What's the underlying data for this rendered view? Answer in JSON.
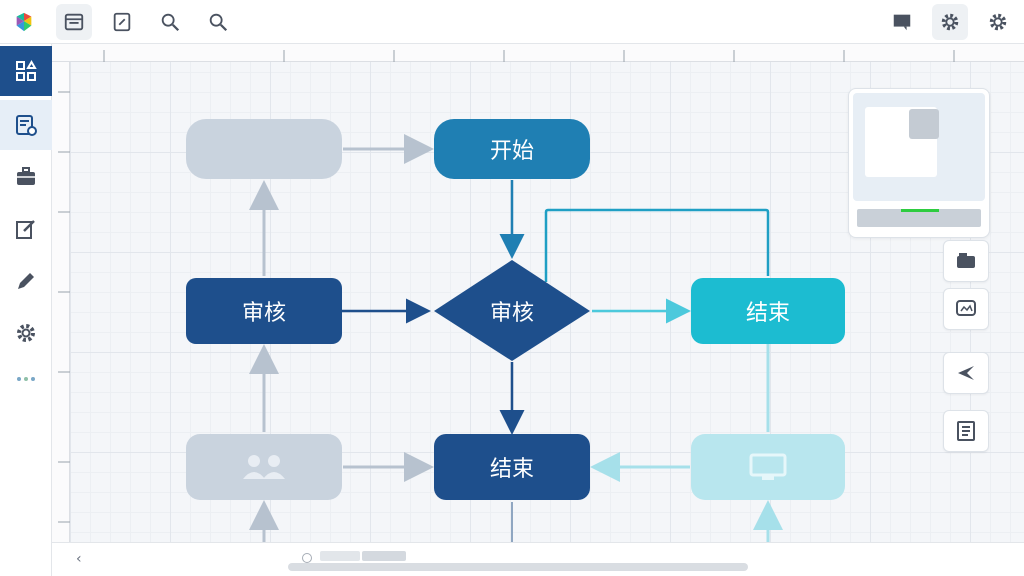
{
  "app": {
    "logo_colors": [
      "#e84c3d",
      "#f1c40f",
      "#2ecc71",
      "#3498db"
    ],
    "accent": "#1e4f8c"
  },
  "toolbar": {
    "left_icons": [
      "document-icon",
      "edit-icon",
      "search-icon",
      "search-icon"
    ],
    "right_icons": [
      "comment-icon",
      "settings-icon",
      "settings-icon"
    ]
  },
  "sidebar": {
    "items": [
      {
        "icon": "shapes-icon",
        "state": "active"
      },
      {
        "icon": "page-settings-icon",
        "state": "highlight"
      },
      {
        "icon": "briefcase-icon",
        "state": "normal"
      },
      {
        "icon": "edit-icon",
        "state": "normal"
      },
      {
        "icon": "pen-icon",
        "state": "normal"
      },
      {
        "icon": "settings-icon",
        "state": "normal"
      },
      {
        "icon": "more-icon",
        "state": "normal"
      }
    ]
  },
  "diagram": {
    "nodes": {
      "start": {
        "label": "开始",
        "color": "#1f7fb3"
      },
      "review_left": {
        "label": "审核",
        "color": "#1e4f8c"
      },
      "decision": {
        "label": "审核",
        "color": "#1e4f8c"
      },
      "end_right": {
        "label": "结束",
        "color": "#1cbcd1"
      },
      "end_bottom": {
        "label": "结束",
        "color": "#1e4f8c"
      },
      "faded_top_left": {
        "label": "",
        "color": "#c9d3de"
      },
      "faded_bottom_left": {
        "label": "",
        "icon": "users-icon",
        "color": "#c9d3de"
      },
      "faded_bottom_right": {
        "label": "",
        "icon": "monitor-icon",
        "color": "#b8e6ee"
      }
    }
  },
  "right_panel": {
    "tools": [
      "layers-icon",
      "chat-image-icon",
      "navigate-icon",
      "notes-icon"
    ]
  }
}
